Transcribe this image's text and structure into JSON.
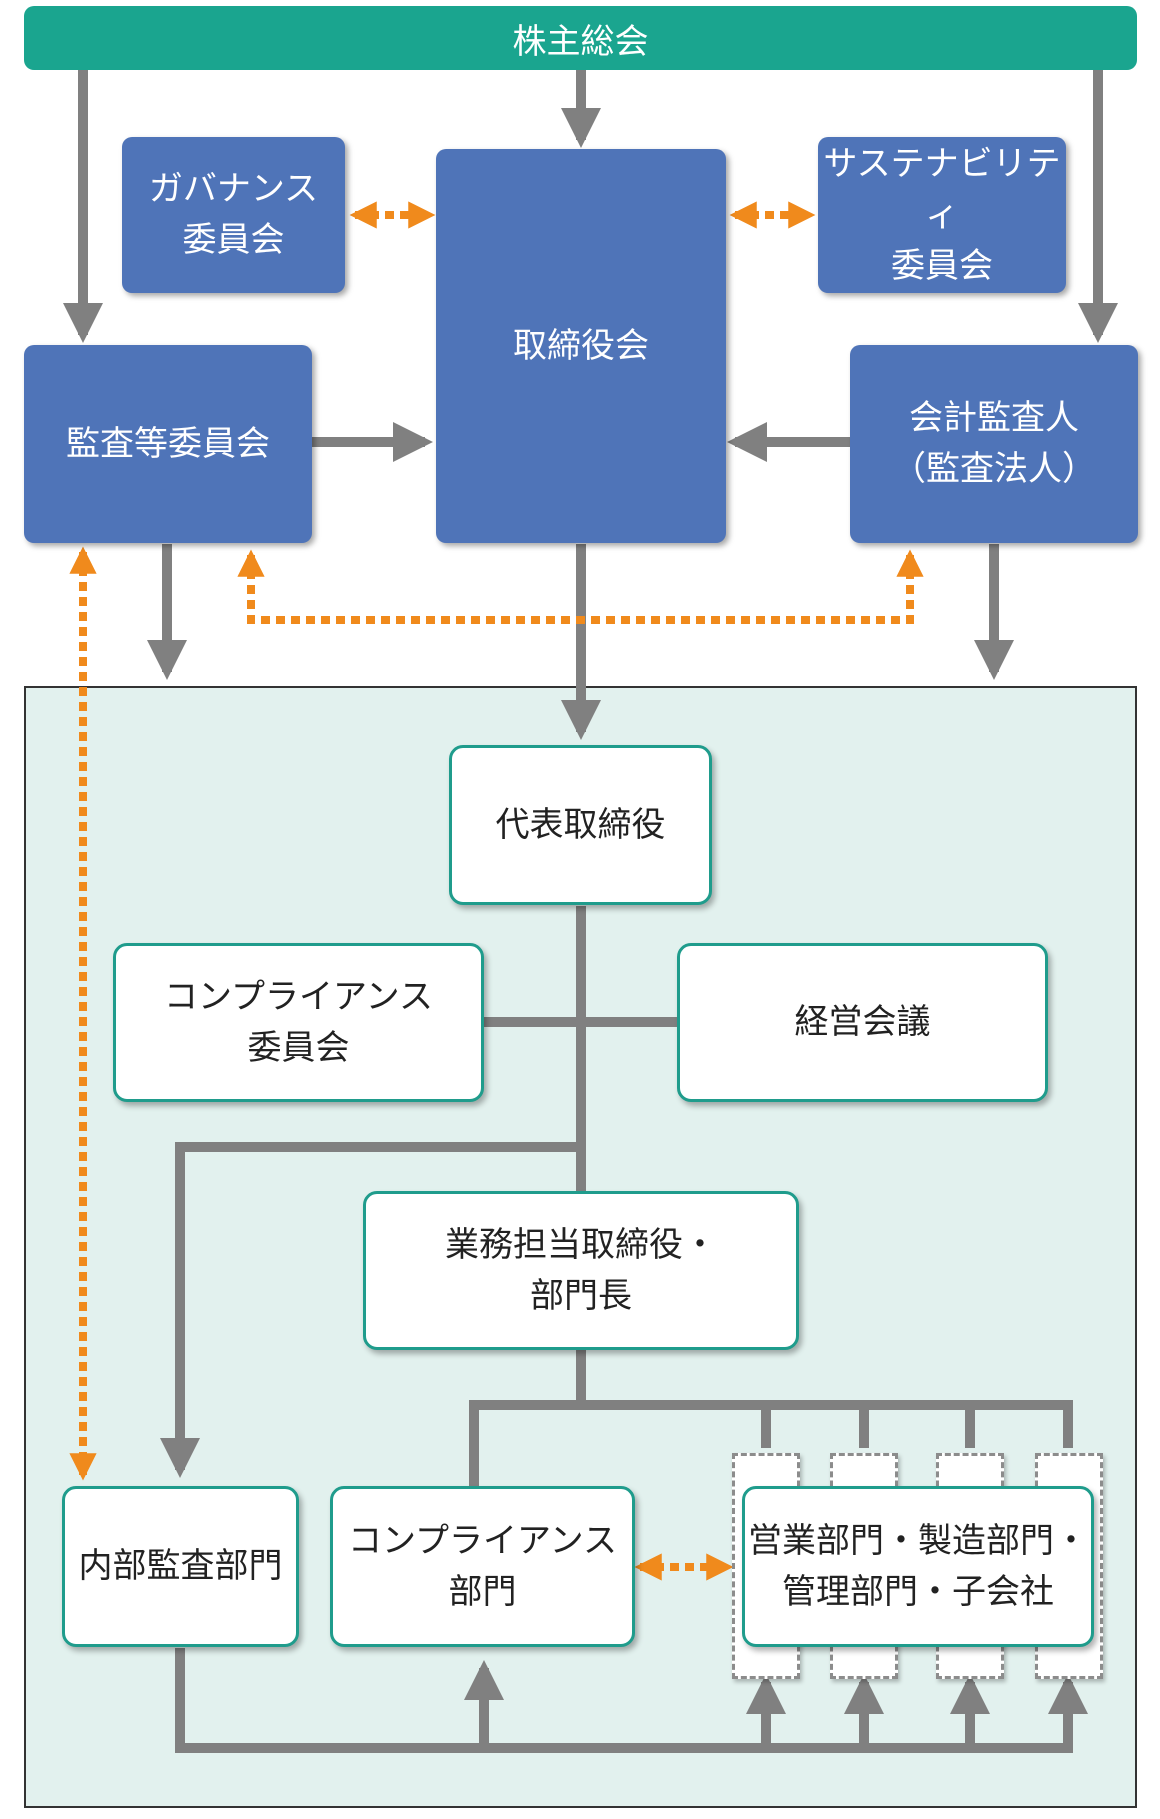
{
  "nodes": {
    "shareholders": "株主総会",
    "governance": "ガバナンス\n委員会",
    "board": "取締役会",
    "sustainability": "サステナビリティ\n委員会",
    "audit_committee": "監査等委員会",
    "accounting_auditor": "会計監査人\n（監査法人）",
    "representative": "代表取締役",
    "compliance_committee": "コンプライアンス\n委員会",
    "management_meeting": "経営会議",
    "executives": "業務担当取締役・\n部門長",
    "internal_audit": "内部監査部門",
    "compliance_dept": "コンプライアンス\n部門",
    "business_units": "営業部門・製造部門・\n管理部門・子会社"
  },
  "colors": {
    "green_header": "#1aa58f",
    "blue_box": "#4f74b8",
    "teal_border": "#1f9c8c",
    "panel_bg": "#e2f1ee",
    "arrow_gray": "#808080",
    "dotted_orange": "#f08a1c"
  }
}
